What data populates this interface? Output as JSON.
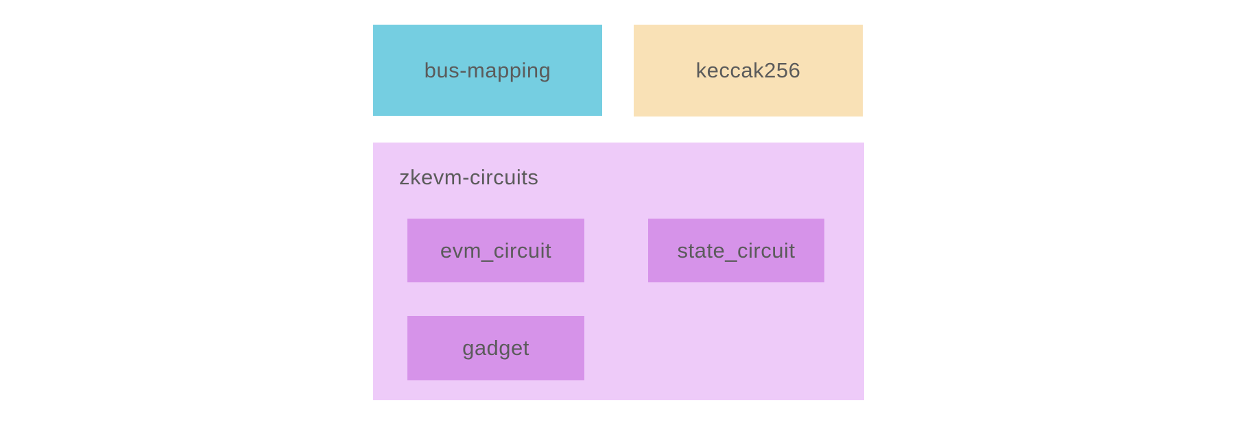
{
  "diagram": {
    "background": "#ffffff",
    "text_color": "#5b5b5b",
    "nodes": {
      "bus_mapping": {
        "label": "bus-mapping",
        "bg": "#75cee1"
      },
      "keccak256": {
        "label": "keccak256",
        "bg": "#f9e1b6"
      },
      "zkevm_circuits": {
        "label": "zkevm-circuits",
        "bg": "#eecbf9"
      },
      "evm_circuit": {
        "label": "evm_circuit",
        "bg": "#d693e9"
      },
      "state_circuit": {
        "label": "state_circuit",
        "bg": "#d693e9"
      },
      "gadget": {
        "label": "gadget",
        "bg": "#d693e9"
      }
    }
  }
}
